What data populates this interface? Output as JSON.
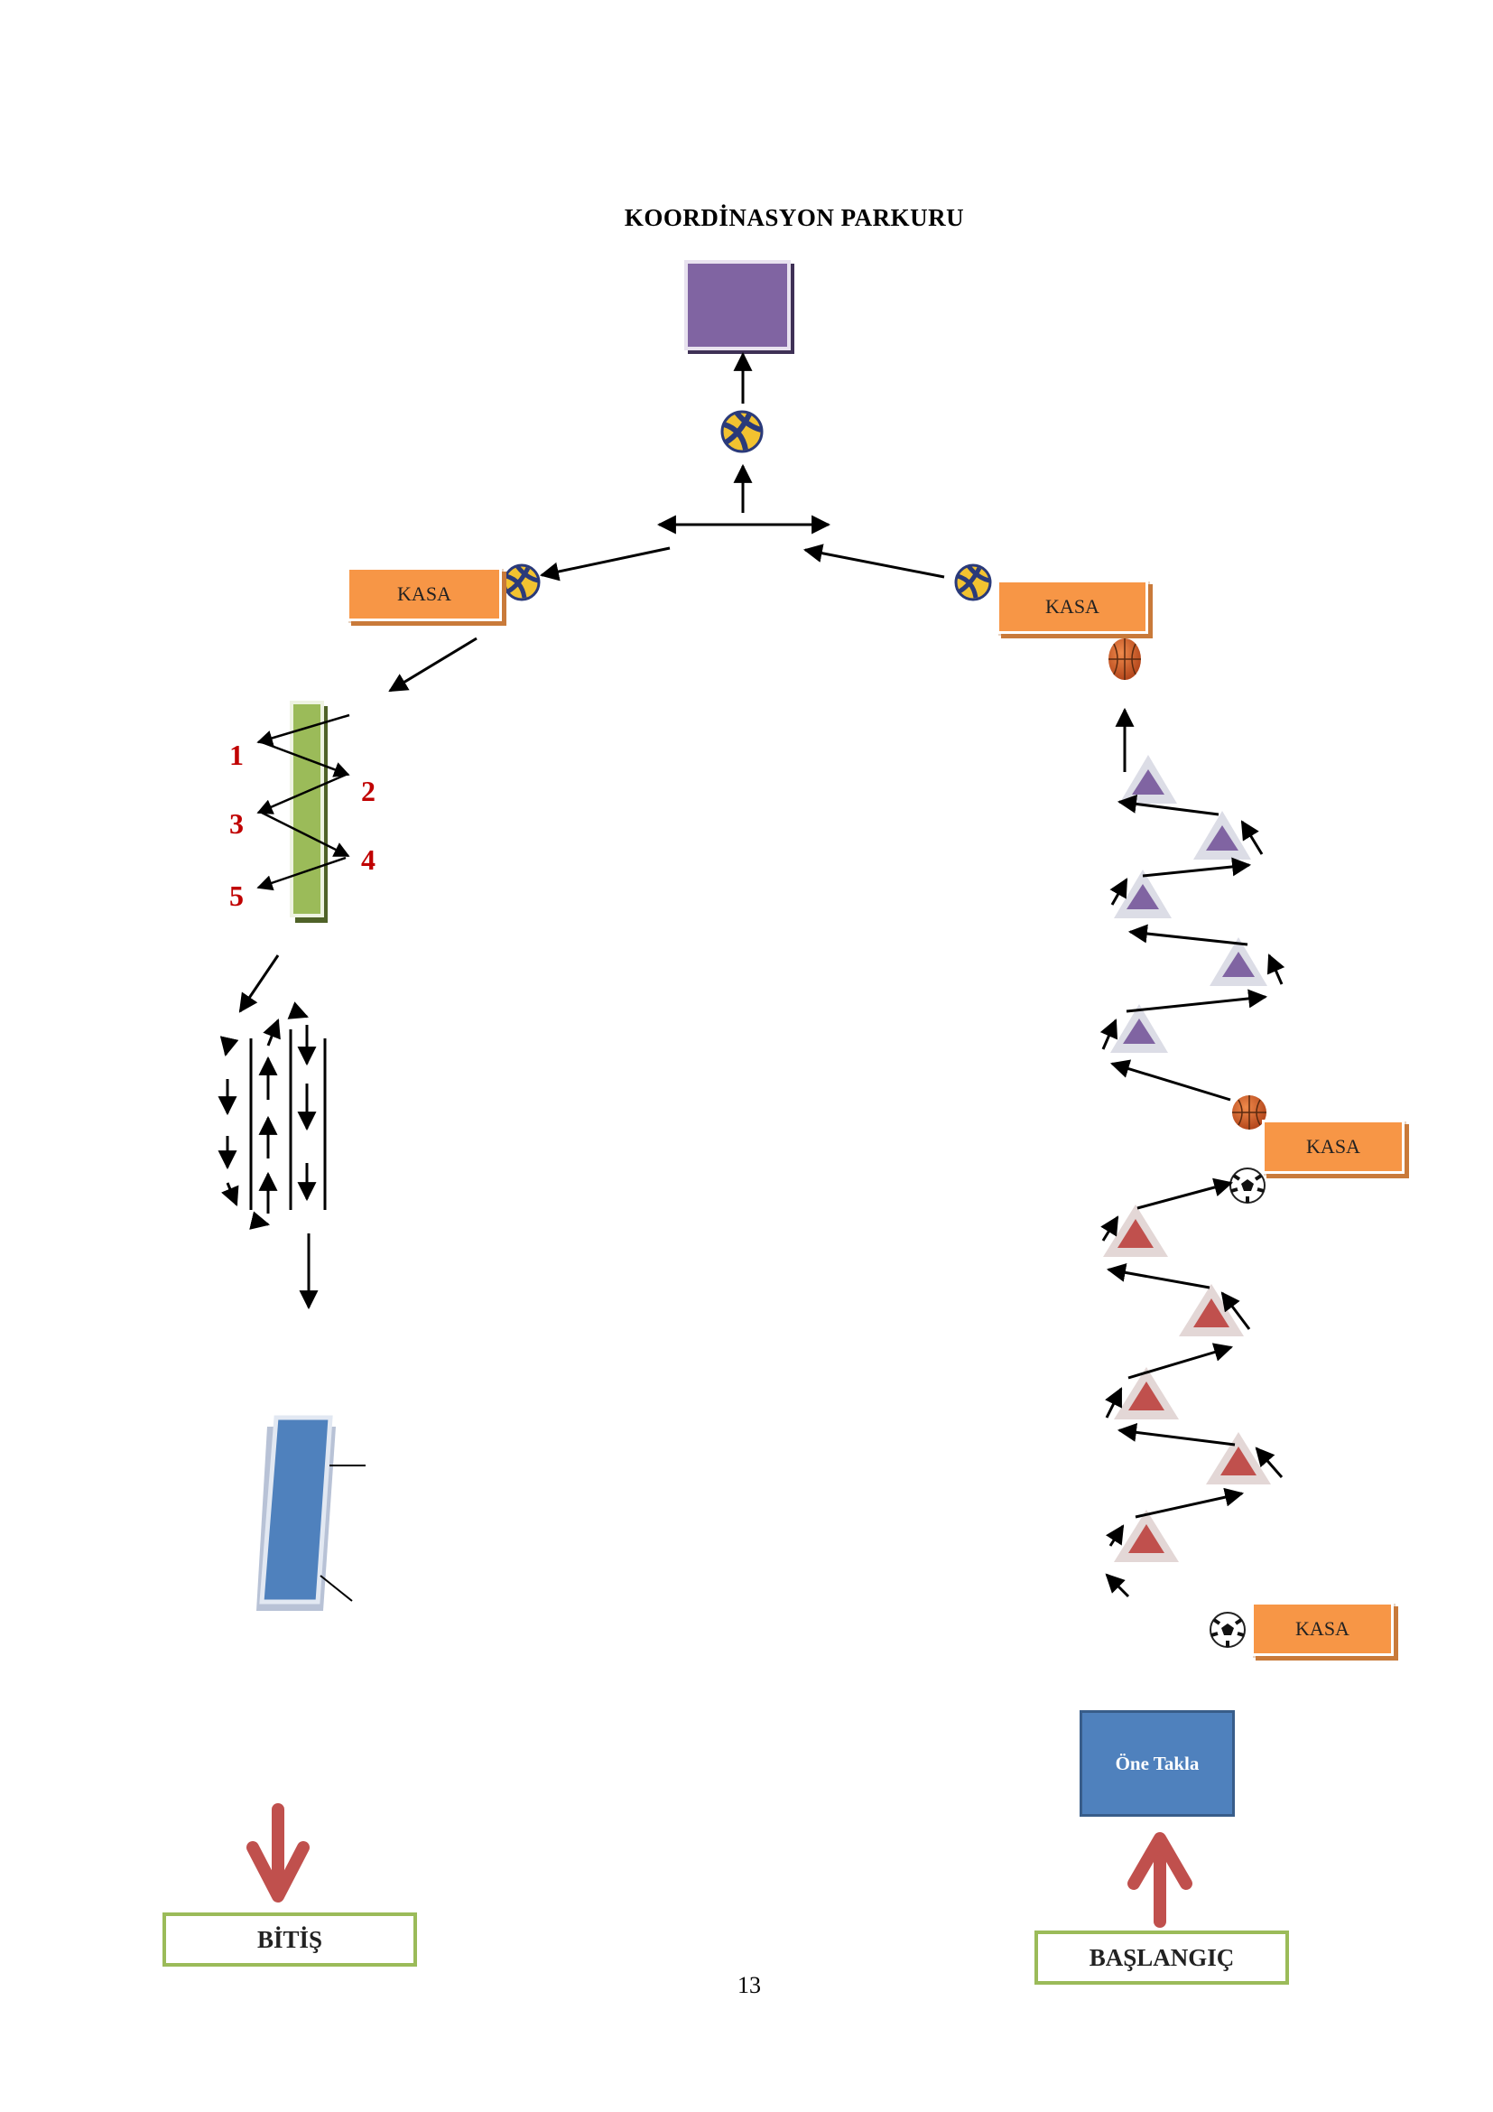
{
  "title": "KOORDİNASYON PARKURU",
  "page_number": "13",
  "start_label": "BAŞLANGIÇ",
  "finish_label": "BİTİŞ",
  "forward_roll_label": "Öne Takla",
  "box_label": "KASA",
  "zigzag_steps": [
    "1",
    "2",
    "3",
    "4",
    "5"
  ],
  "colors": {
    "box": "#F79646",
    "purple_mat": "#8064A2",
    "green_beam": "#9BBB59",
    "blue_mat": "#4F81BD",
    "red_arrow": "#C0504D",
    "step_numbers": "#C00000",
    "purple_cone": "#8064A2",
    "red_cone": "#C0504D",
    "label_border": "#9BBB59"
  },
  "icons": [
    "volleyball-icon",
    "basketball-icon",
    "soccer-ball-icon",
    "cone-icon",
    "arrow-icon"
  ]
}
